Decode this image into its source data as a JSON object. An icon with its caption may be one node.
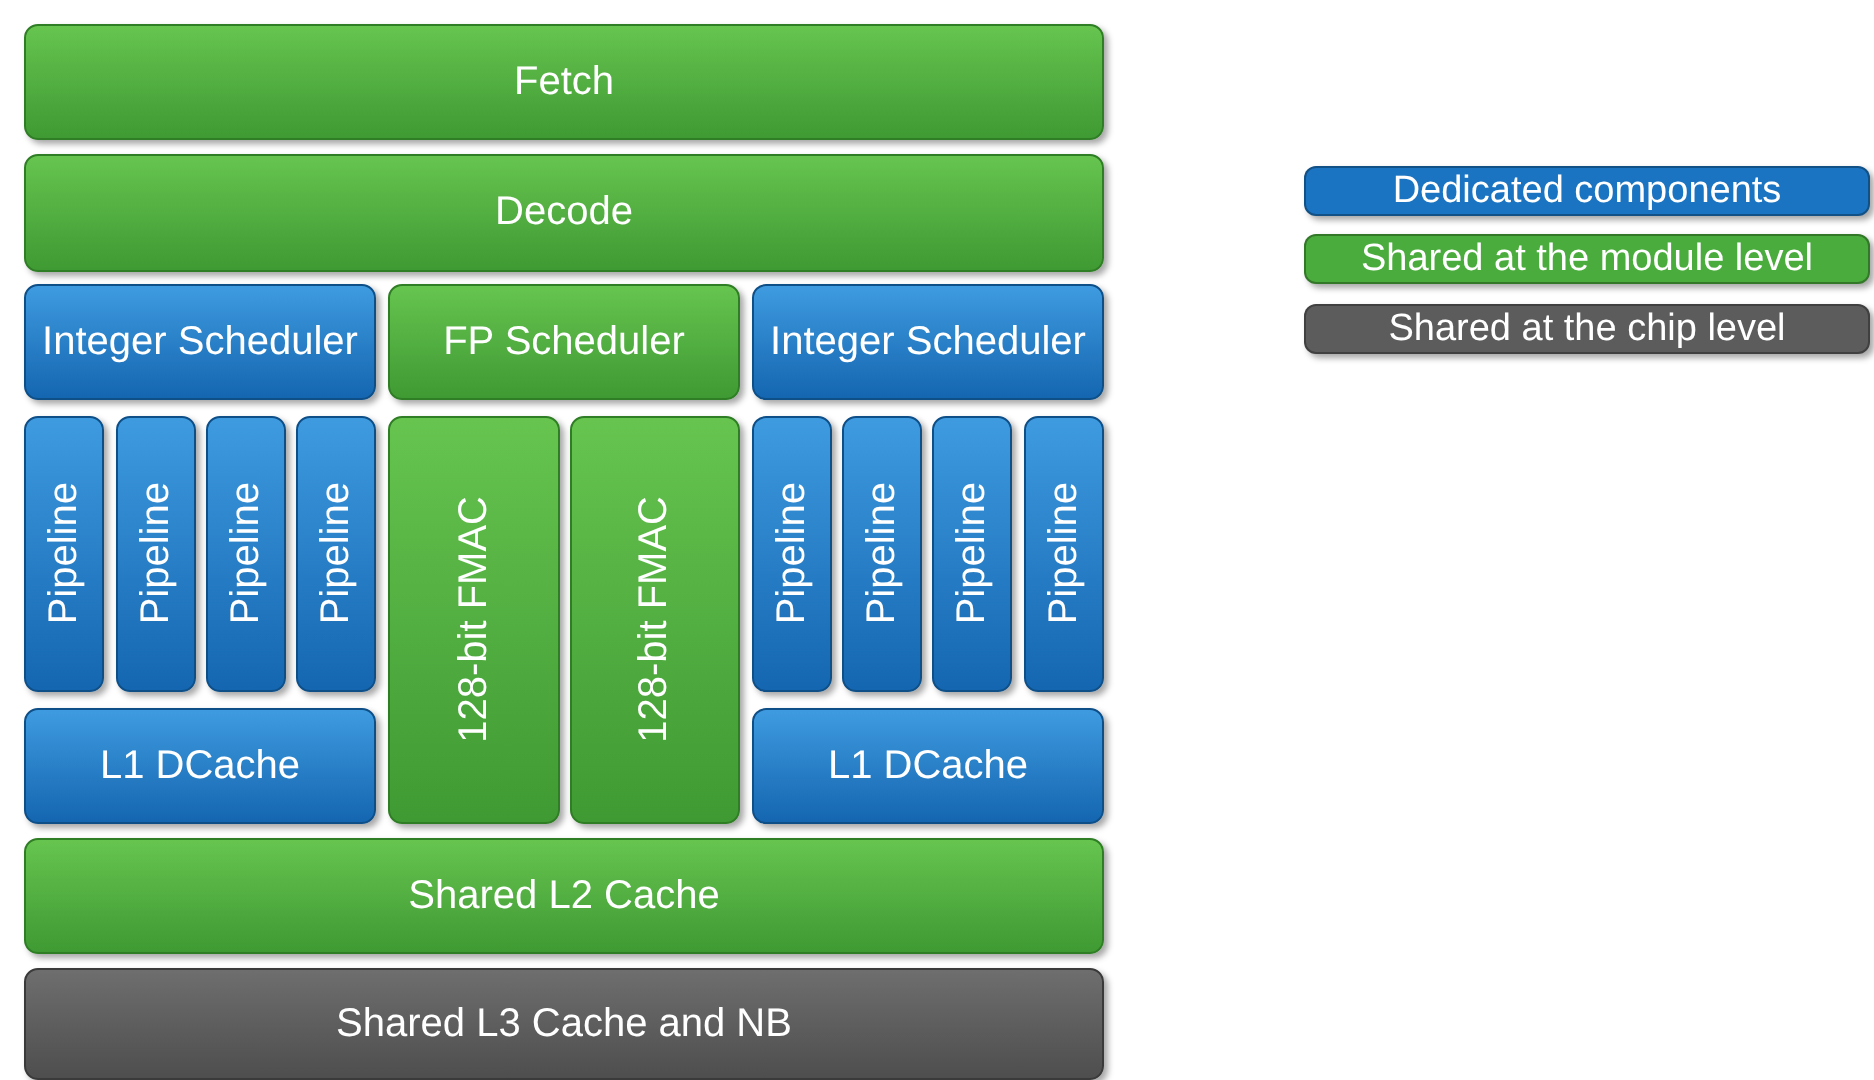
{
  "diagram": {
    "nodes": [
      {
        "text": [
          "Fetch"
        ]
      },
      {
        "text": [
          "Decode"
        ]
      },
      {
        "text": [
          "Integer Scheduler"
        ]
      },
      {
        "text": [
          "FP Scheduler"
        ]
      },
      {
        "text": [
          "Integer Scheduler"
        ]
      },
      {
        "text": [
          "Pipeline"
        ]
      },
      {
        "text": [
          "Pipeline"
        ]
      },
      {
        "text": [
          "Pipeline"
        ]
      },
      {
        "text": [
          "Pipeline"
        ]
      },
      {
        "text": [
          "128-bit FMAC"
        ]
      },
      {
        "text": [
          "128-bit FMAC"
        ]
      },
      {
        "text": [
          "Pipeline"
        ]
      },
      {
        "text": [
          "Pipeline"
        ]
      },
      {
        "text": [
          "Pipeline"
        ]
      },
      {
        "text": [
          "Pipeline"
        ]
      },
      {
        "text": [
          "L1 DCache"
        ]
      },
      {
        "text": [
          "L1 DCache"
        ]
      },
      {
        "text": [
          "Shared L2 Cache"
        ]
      },
      {
        "text": [
          "Shared L3 Cache and NB"
        ]
      }
    ],
    "legend": [
      {
        "text": "Dedicated components",
        "color": "#1b74c1"
      },
      {
        "text": "Shared at the module level",
        "color": "#4aac3c"
      },
      {
        "text": "Shared at the chip level",
        "color": "#5c5c5c"
      }
    ]
  }
}
